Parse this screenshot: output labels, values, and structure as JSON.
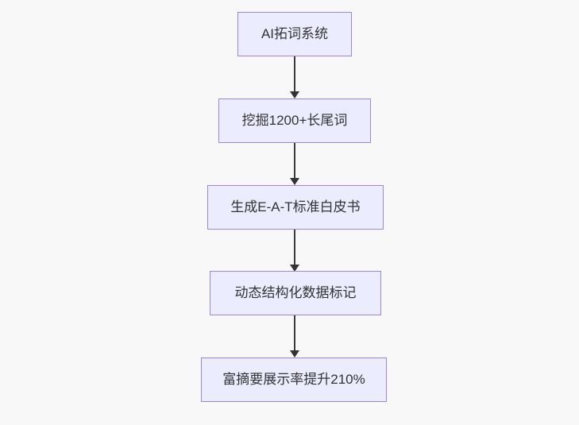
{
  "diagram": {
    "type": "flowchart",
    "direction": "top-down",
    "nodes": [
      {
        "id": "A",
        "label": "AI拓词系统"
      },
      {
        "id": "B",
        "label": "挖掘1200+长尾词"
      },
      {
        "id": "C",
        "label": "生成E-A-T标准白皮书"
      },
      {
        "id": "D",
        "label": "动态结构化数据标记"
      },
      {
        "id": "E",
        "label": "富摘要展示率提升210%"
      }
    ],
    "edges": [
      {
        "from": "A",
        "to": "B",
        "style": "arrow-down"
      },
      {
        "from": "B",
        "to": "C",
        "style": "arrow-down"
      },
      {
        "from": "C",
        "to": "D",
        "style": "arrow-down"
      },
      {
        "from": "D",
        "to": "E",
        "style": "arrow-down"
      }
    ],
    "colors": {
      "background": "#f8f8f8",
      "node_fill": "#ececff",
      "node_border": "#9f85d8",
      "edge": "#333333",
      "text": "#333333"
    }
  }
}
